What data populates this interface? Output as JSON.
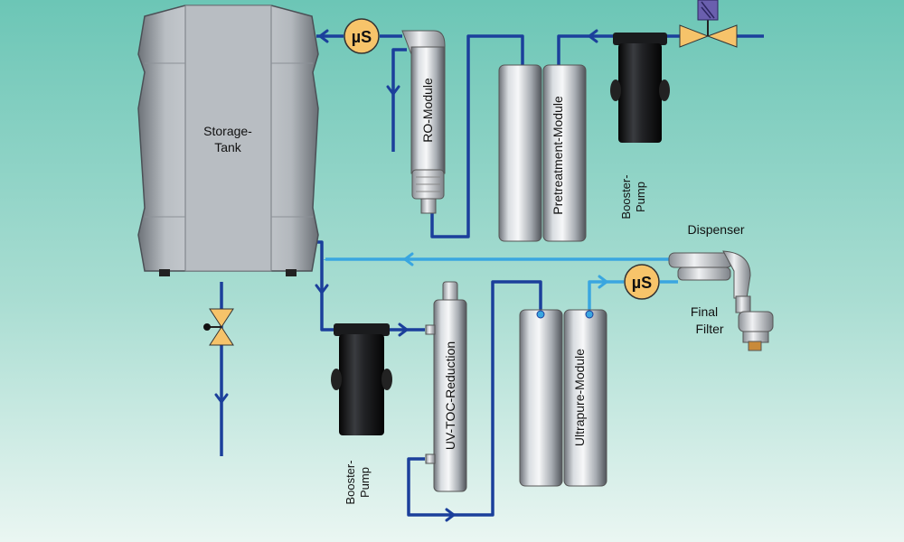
{
  "labels": {
    "storage_tank_line1": "Storage-",
    "storage_tank_line2": "Tank",
    "ro_module": "RO-Module",
    "pretreatment_module": "Pretreatment-Module",
    "booster_pump_top_line1": "Booster-",
    "booster_pump_top_line2": "Pump",
    "booster_pump_bottom_line1": "Booster-",
    "booster_pump_bottom_line2": "Pump",
    "dispenser": "Dispenser",
    "final_filter_line1": "Final",
    "final_filter_line2": "Filter",
    "uv_toc_reduction": "UV-TOC-Reduction",
    "ultrapure_module": "Ultrapure-Module",
    "conductivity_sensor_1": "µS",
    "conductivity_sensor_2": "µS"
  },
  "colors": {
    "background_top": "#6fc7b8",
    "background_bottom": "#e9f5f1",
    "feed_water_line": "#1b3f9b",
    "ultrapure_loop_line": "#3aa6e0",
    "sensor_fill": "#f7c46a",
    "valve_fill": "#f6c36a"
  }
}
